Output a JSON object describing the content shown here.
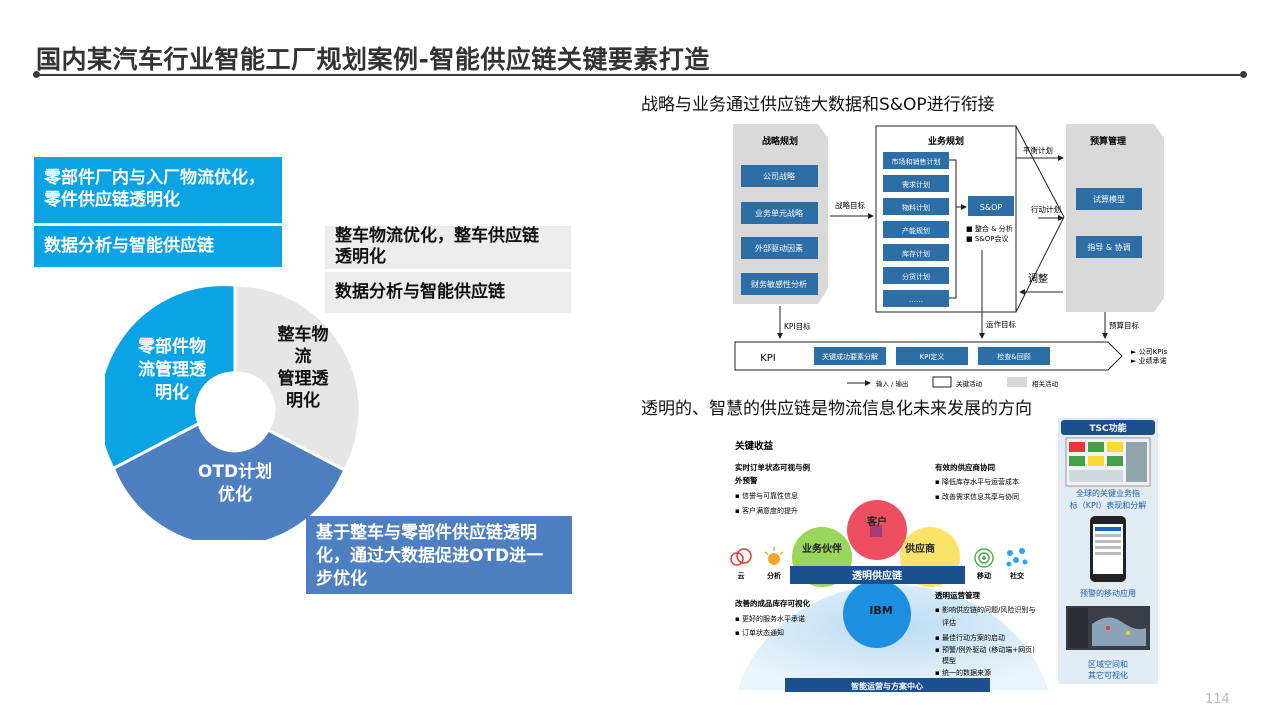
{
  "slide": {
    "title": "国内某汽车行业智能工厂规划案例-智能供应链关键要素打造",
    "page_number": "114"
  },
  "left": {
    "box1": [
      "零部件厂内与入厂物流优化，",
      "零件供应链透明化"
    ],
    "box2": "数据分析与智能供应链",
    "box3": [
      "整车物流优化，整车供应链",
      "透明化"
    ],
    "box4": "数据分析与智能供应链",
    "box5": [
      "基于整车与零部件供应链透明",
      "化，通过大数据促进OTD进一",
      "步优化"
    ],
    "donut": {
      "seg_parts": [
        "零部件物",
        "流管理透",
        "明化"
      ],
      "seg_vehicle": [
        "整车物",
        "流",
        "管理透",
        "明化"
      ],
      "seg_otd": [
        "OTD计划",
        "优化"
      ],
      "colors": {
        "parts": "#0aa3e3",
        "vehicle": "#e6e6e6",
        "otd": "#4e7fc1"
      }
    }
  },
  "right_top": {
    "heading": "战略与业务通过供应链大数据和S&OP进行衔接",
    "strategy": {
      "title": "战略规划",
      "items": [
        "公司战略",
        "业务单元战略",
        "外部驱动因素",
        "财务敏感性分析"
      ]
    },
    "business": {
      "title": "业务规划",
      "items": [
        "市场和销售计划",
        "需求计划",
        "物料计划",
        "产能规划",
        "库存计划",
        "分货计划",
        "……"
      ]
    },
    "sop": {
      "label": "S&OP",
      "notes": [
        "■ 整合 & 分析",
        "■ S&OP会议"
      ]
    },
    "budget": {
      "title": "预算管理",
      "items": [
        "试算模型",
        "指导 & 协调"
      ]
    },
    "arrows": {
      "strategy_goal": "战略目标",
      "balance_plan": "平衡计划",
      "action_plan": "行动计划",
      "adjust": "调整",
      "kpi_goal": "KPI目标",
      "ops_goal": "运作目标",
      "budget_goal": "预算目标"
    },
    "kpi": {
      "label": "KPI",
      "items": [
        "关键成功要素分解",
        "KPI定义",
        "检查&回顾"
      ],
      "out": [
        "► 公司KPIs",
        "► 业绩承诺"
      ]
    },
    "legend": [
      "输入 / 输出",
      "关键活动",
      "相关活动"
    ]
  },
  "right_bottom": {
    "heading": "透明的、智慧的供应链是物流信息化未来发展的方向",
    "key_benefits": "关键收益",
    "tl_title": [
      "实时订单状态可视与例",
      "外预警"
    ],
    "tl_items": [
      "信誉与可靠性信息",
      "客户满意度的提升"
    ],
    "tr_title": "有效的供应商协同",
    "tr_items": [
      "降低库存水平与运营成本",
      "改善需求信息共享与协同"
    ],
    "bl_title": "改善的成品库存可视化",
    "bl_items": [
      "更好的服务水平承诺",
      "订单状态通知"
    ],
    "br_title": "透明运营管理",
    "br_items": [
      "影响供应链的问题/风险识别与",
      "评估",
      "最佳行动方案的启动",
      "预警/例外驱动 (移动端+网页)",
      "模型",
      "统一的数据来源"
    ],
    "circles": {
      "customer": "客户",
      "partner": "业务伙伴",
      "supplier": "供应商",
      "ibm": "IBM"
    },
    "band": "透明供应链",
    "icons": {
      "cloud": "云",
      "analytics": "分析",
      "mobile": "移动",
      "social": "社交"
    },
    "bottom_bar": "智能运营与方案中心",
    "tsc": {
      "title": "TSC功能",
      "cap1": [
        "全球的关键业务指",
        "标（KPI）表现和分解"
      ],
      "cap2": "预警的移动应用",
      "cap3": [
        "区域空间和",
        "其它可视化"
      ]
    }
  }
}
